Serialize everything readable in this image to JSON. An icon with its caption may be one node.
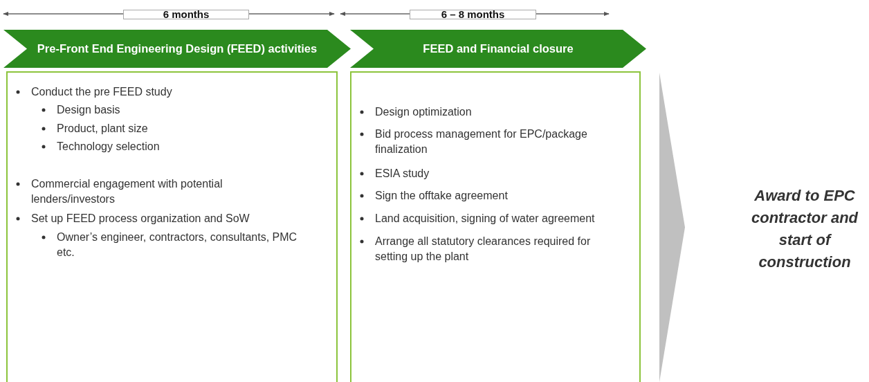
{
  "diagram": {
    "nodes": [
      {
        "text": [
          "Pre-Front End Engineering Design (FEED) activities"
        ]
      },
      {
        "text": [
          "FEED and Financial closure"
        ]
      },
      {
        "text": [
          "Conduct the pre FEED study",
          "Design basis",
          "Product, plant size",
          "Technology selection",
          "Commercial engagement with potential lenders/investors",
          "Set up FEED process organization and SoW",
          "Owner’s engineer, contractors, consultants, PMC etc."
        ]
      },
      {
        "text": [
          "Design optimization",
          "Bid process management for EPC/package finalization",
          "ESIA study",
          "Sign the offtake agreement",
          "Land acquisition, signing of water agreement",
          "Arrange all statutory clearances required for setting up the plant"
        ]
      },
      {
        "text": [],
        "shape": "chevron"
      },
      {
        "text": [
          "Award to EPC contractor and start of construction"
        ]
      }
    ],
    "labels": [
      "6 months",
      "6 – 8 months"
    ]
  }
}
